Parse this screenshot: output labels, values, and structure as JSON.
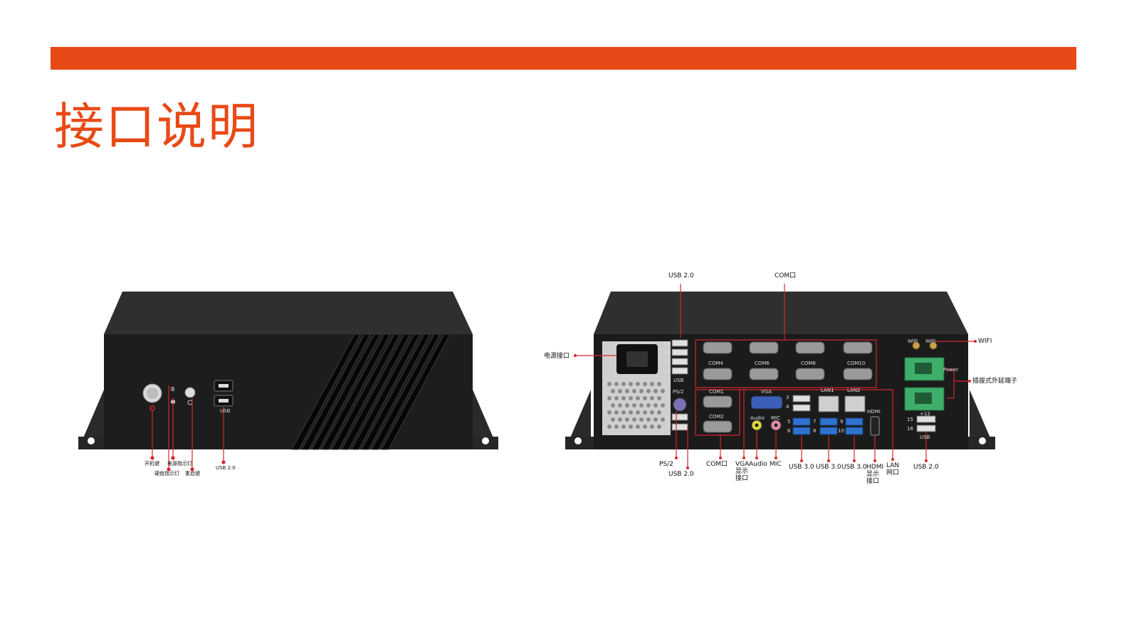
{
  "page": {
    "title": "接口说明"
  },
  "colors": {
    "accent": "#e84a17",
    "callout": "#d7262e",
    "chassis": "#1e1e1e",
    "terminal": "#3fae6a"
  },
  "front_view": {
    "callouts": {
      "power_button": "开机键",
      "power_led": "电源指示灯",
      "hdd_led": "硬盘指示灯",
      "reset_button": "重启键",
      "usb": "USB 2.0"
    },
    "panel_text": {
      "usb": "USB"
    }
  },
  "rear_view": {
    "callouts": {
      "usb_top": "USB 2.0",
      "com_top": "COM口",
      "power_jack": "电源接口",
      "wifi": "WIFI",
      "terminal": "插拔式外延端子",
      "ps2": "PS/2",
      "usb_bottom_left": "USB  2.0",
      "com_bottom": "COM口",
      "vga": "VGA\n显示\n接口",
      "audio": "Audio",
      "mic": "MIC",
      "usb30_a": "USB 3.0",
      "usb30_b": "USB 3.0",
      "usb30_c": "USB 3.0",
      "hdmi": "HDMI\n显示\n接口",
      "lan": "LAN\n网口",
      "usb_right": "USB 2.0"
    },
    "panel_text": {
      "com4": "COM4",
      "com6": "COM6",
      "com8": "COM8",
      "com10": "COM10",
      "com1": "COM1",
      "com2": "COM2",
      "vga": "VGA",
      "audio": "Audio",
      "mic": "MIC",
      "ps2": "PS/2",
      "usb": "USB",
      "lan1": "LAN1",
      "lan2": "LAN2",
      "hdmi": "HDMI",
      "wifi1": "WiFi",
      "wifi2": "WiFi",
      "power": "Power",
      "plus12": "+12",
      "usb_right": "USB",
      "num11": "11",
      "num12": "12",
      "num13": "13",
      "num14": "14",
      "num1": "1",
      "num2": "2",
      "num15": "15",
      "num16": "16",
      "num3": "3",
      "num4": "4",
      "num5": "5",
      "num6": "6",
      "num7": "7",
      "num8": "8",
      "num9": "9",
      "num10": "10"
    }
  }
}
